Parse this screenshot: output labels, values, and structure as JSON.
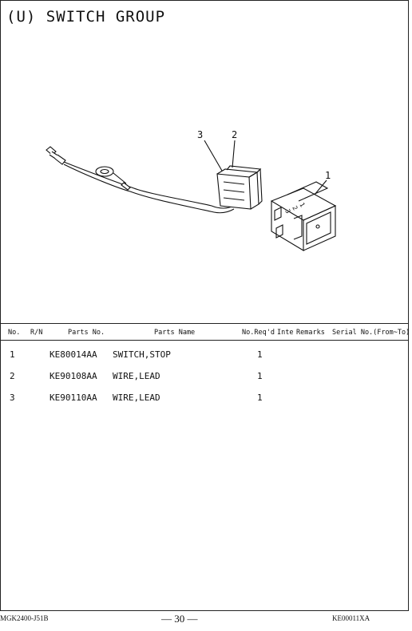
{
  "page_title": "(U) SWITCH GROUP",
  "callouts": [
    "3",
    "2",
    "1"
  ],
  "table": {
    "headers": {
      "no": "No.",
      "rn": "R/N",
      "parts_no": "Parts No.",
      "parts_name": "Parts Name",
      "no_reqd": "No.Req'd",
      "inte": "Inte",
      "remarks": "Remarks",
      "serial": "Serial No.(From~To)"
    },
    "rows": [
      {
        "no": "1",
        "parts_no": "KE80014AA",
        "parts_name": "SWITCH,STOP",
        "qty": "1"
      },
      {
        "no": "2",
        "parts_no": "KE90108AA",
        "parts_name": "WIRE,LEAD",
        "qty": "1"
      },
      {
        "no": "3",
        "parts_no": "KE90110AA",
        "parts_name": "WIRE,LEAD",
        "qty": "1"
      }
    ]
  },
  "footer": {
    "left": "MGK2400-J51B",
    "page": "— 30 —",
    "right": "KE00011XA"
  }
}
